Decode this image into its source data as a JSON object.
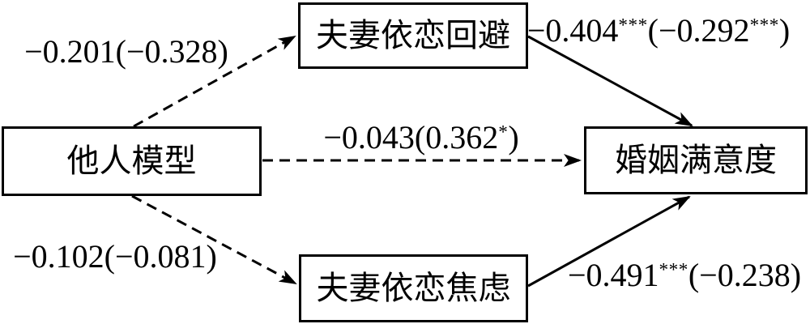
{
  "diagram": {
    "nodes": {
      "predictor": {
        "label": "他人模型"
      },
      "mediator_top": {
        "label": "夫妻依恋回避"
      },
      "mediator_bottom": {
        "label": "夫妻依恋焦虑"
      },
      "outcome": {
        "label": "婚姻满意度"
      }
    },
    "paths": {
      "predictor_to_mediator_top": {
        "coefficient": "−0.201(−0.328)",
        "line_style": "dashed",
        "parts": {
          "pre": "−0.201(−0.328)",
          "sup1": "",
          "mid": "",
          "sup2": "",
          "post": ""
        }
      },
      "predictor_to_outcome": {
        "coefficient": "−0.043(0.362*)",
        "line_style": "dashed",
        "parts": {
          "pre": "−0.043(0.362",
          "sup1": "*",
          "mid": ")",
          "sup2": "",
          "post": ""
        }
      },
      "predictor_to_mediator_bottom": {
        "coefficient": "−0.102(−0.081)",
        "line_style": "dashed",
        "parts": {
          "pre": "−0.102(−0.081)",
          "sup1": "",
          "mid": "",
          "sup2": "",
          "post": ""
        }
      },
      "mediator_top_to_outcome": {
        "coefficient": "−0.404***(−0.292***)",
        "line_style": "solid",
        "parts": {
          "pre": "−0.404",
          "sup1": "***",
          "mid": "(−0.292",
          "sup2": "***",
          "post": ")"
        }
      },
      "mediator_bottom_to_outcome": {
        "coefficient": "−0.491***(−0.238)",
        "line_style": "solid",
        "parts": {
          "pre": "−0.491",
          "sup1": "***",
          "mid": "(−0.238)",
          "sup2": "",
          "post": ""
        }
      }
    },
    "colors": {
      "ink": "#000000",
      "background": "#ffffff"
    }
  }
}
